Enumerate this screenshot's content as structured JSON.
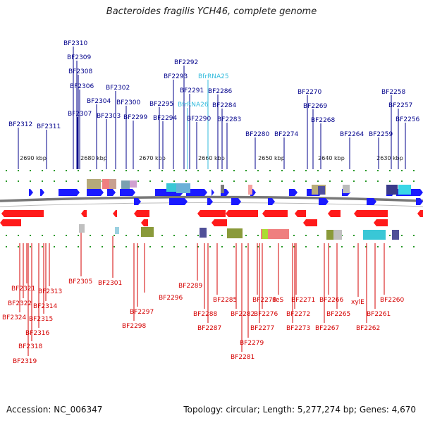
{
  "title": "Bacteroides fragilis YCH46, complete genome",
  "footer": {
    "accession": "Accession: NC_006347",
    "summary": "Topology: circular; Length: 5,277,274 bp; Genes: 4,670"
  },
  "colors": {
    "forward_gene": "#1a1aff",
    "reverse_gene": "#ff1a1a",
    "forward_label": "#00008b",
    "reverse_label": "#d40000",
    "rna_label": "#33bbdd",
    "tick": "#2a9a2a",
    "backbone": "#777777"
  },
  "scale_ticks": [
    "2690 kbp",
    "2680 kbp",
    "2670 kbp",
    "2660 kbp",
    "2650 kbp",
    "2640 kbp",
    "2630 kbp"
  ],
  "forward_labels": [
    "BF2310",
    "BF2309",
    "BF2308",
    "BF2306",
    "BF2307",
    "BF2312",
    "BF2311",
    "BF2304",
    "BF2303",
    "BF2302",
    "BF2300",
    "BF2299",
    "BF2292",
    "BF2293",
    "BF2295",
    "BF2294",
    "BF2291",
    "BfrRNA25",
    "BfrRNA26",
    "BF2286",
    "BF2290",
    "BF2284",
    "BF2283",
    "BF2280",
    "BF2274",
    "BF2270",
    "BF2269",
    "BF2268",
    "BF2264",
    "BF2258",
    "BF2257",
    "BF2259",
    "BF2256"
  ],
  "reverse_labels": [
    "BF2305",
    "BF2301",
    "BF2296",
    "BF2297",
    "BF2298",
    "BF2289",
    "BF2285",
    "BF2288",
    "BF2287",
    "BF2282",
    "BF2278",
    "BF2276",
    "BF2277",
    "BF2279",
    "BF2281",
    "ileS",
    "BF2271",
    "BF2272",
    "BF2273",
    "BF2266",
    "BF2265",
    "BF2267",
    "xylE",
    "BF2261",
    "BF2262",
    "BF2260",
    "BF2321",
    "BF2313",
    "BF2322",
    "BF2314",
    "BF2324",
    "BF2315",
    "BF2316",
    "BF2318",
    "BF2319"
  ]
}
